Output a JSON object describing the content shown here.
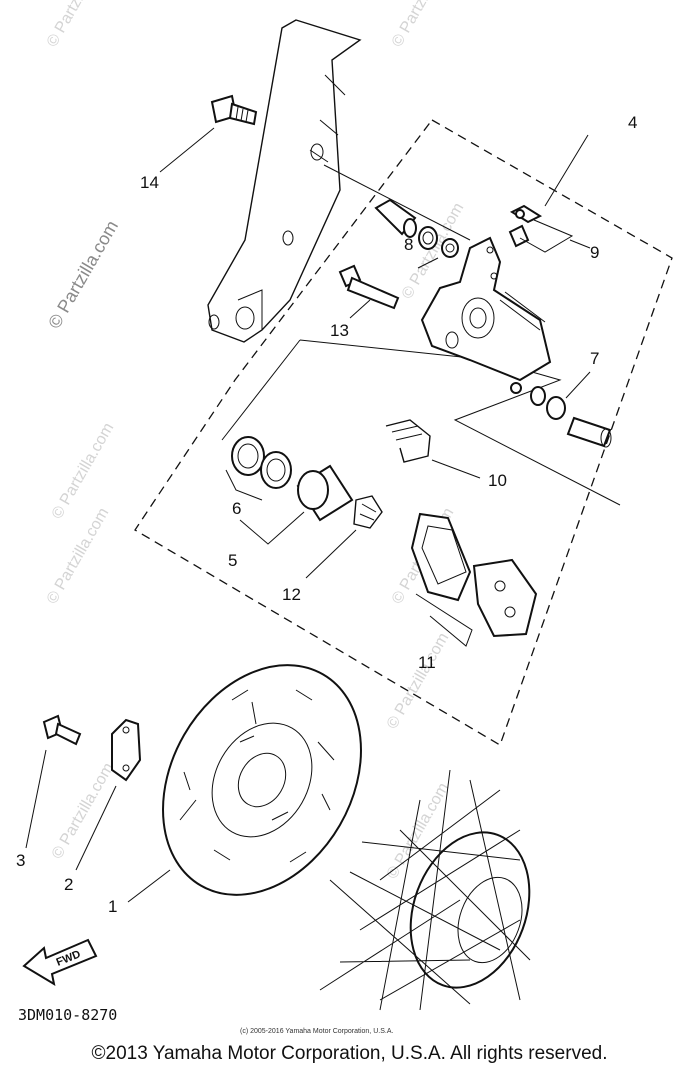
{
  "diagram": {
    "callouts": [
      "1",
      "2",
      "3",
      "4",
      "5",
      "6",
      "7",
      "8",
      "9",
      "10",
      "11",
      "12",
      "13",
      "14"
    ],
    "drawing_code": "3DM010-8270",
    "fwd_label": "FWD",
    "watermark": "© Partzilla.com",
    "small_copyright": "(c) 2005-2016 Yamaha Motor Corporation, U.S.A."
  },
  "footer": {
    "copyright": "©2013 Yamaha Motor Corporation, U.S.A. All rights reserved."
  }
}
